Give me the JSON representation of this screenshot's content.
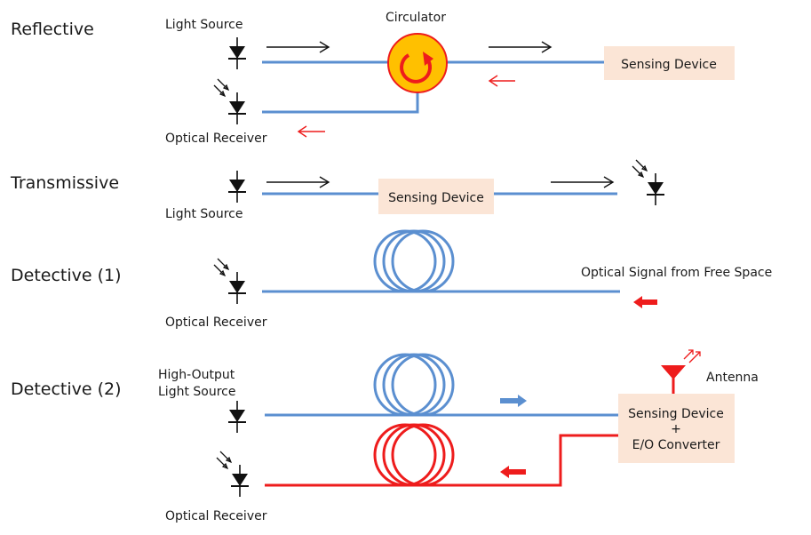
{
  "sections": {
    "reflective": "Reflective",
    "transmissive": "Transmissive",
    "detective1": "Detective (1)",
    "detective2": "Detective (2)"
  },
  "labels": {
    "light_source_top": "Light Source",
    "circulator": "Circulator",
    "optical_receiver_1": "Optical Receiver",
    "light_source_trans": "Light Source",
    "optical_receiver_d1": "Optical Receiver",
    "optical_signal_free_space": "Optical Signal from Free Space",
    "high_output_line1": "High-Output",
    "high_output_line2": "Light Source",
    "antenna": "Antenna",
    "optical_receiver_d2": "Optical Receiver"
  },
  "boxes": {
    "sensing_reflective": "Sensing Device",
    "sensing_transmissive": "Sensing Device",
    "eo_line1": "Sensing Device",
    "eo_line2": "+",
    "eo_line3": "E/O Converter"
  },
  "colors": {
    "fiber_blue": "#5b8fd0",
    "fiber_red": "#ee1c1c",
    "box_fill": "#fbe5d6",
    "circulator_fill": "#ffc000",
    "arrow_black": "#111111"
  }
}
